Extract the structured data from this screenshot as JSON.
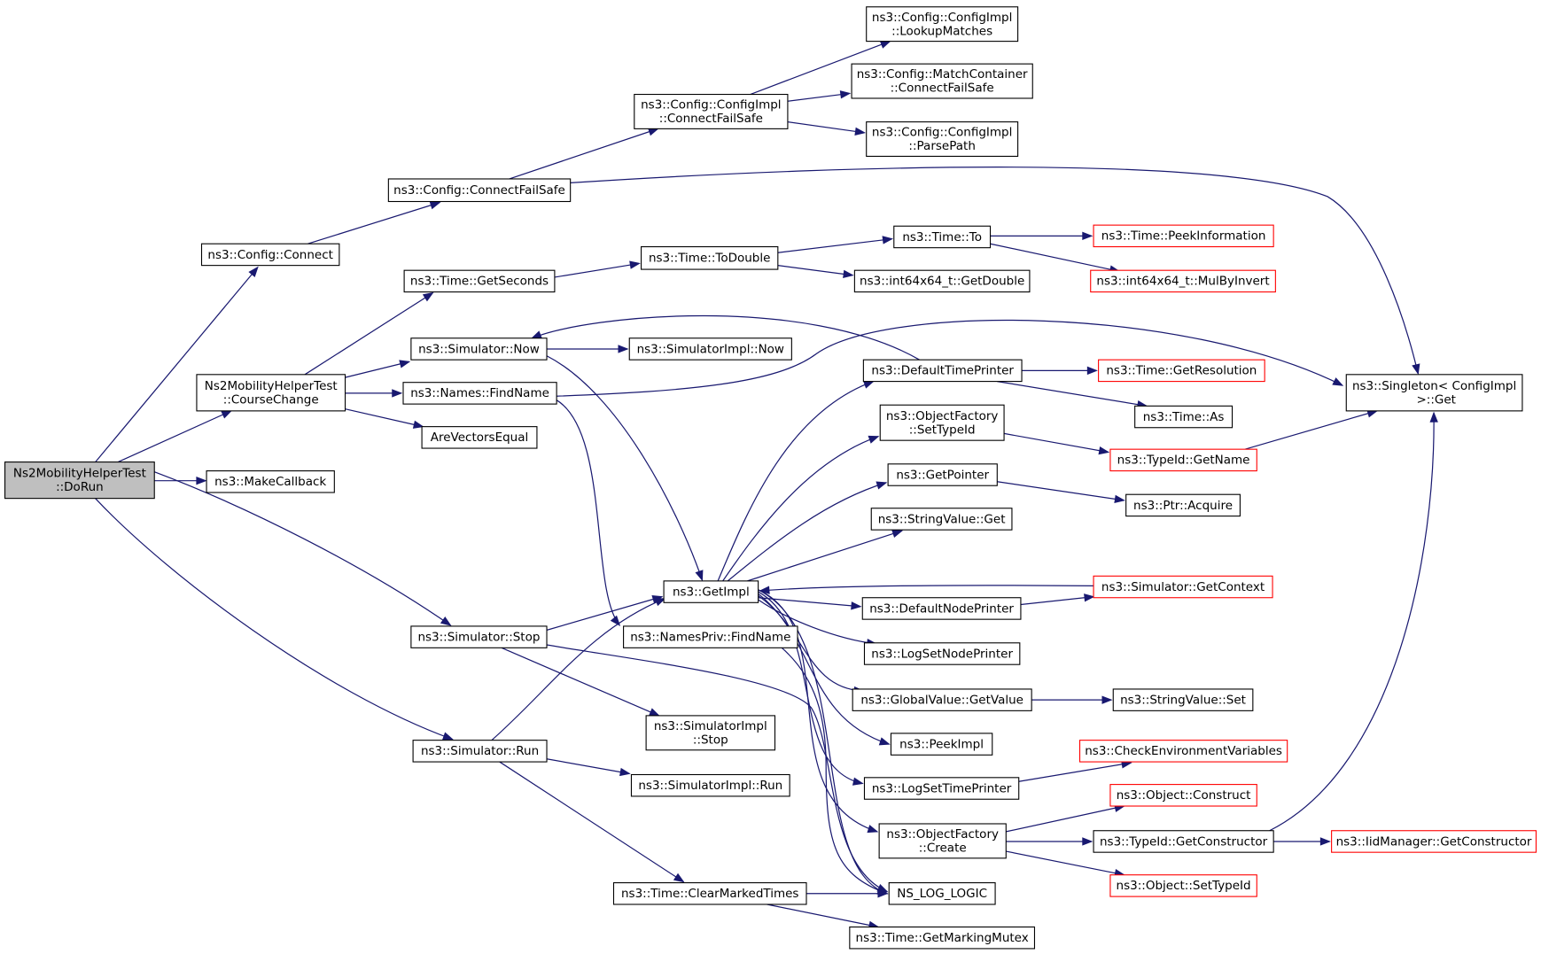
{
  "colors": {
    "edge": "#191970",
    "node_border": "#000000",
    "node_border_truncated": "#ff0000",
    "root_fill": "#bfbfbf",
    "node_fill": "#ffffff",
    "text": "#000000"
  },
  "nodes": [
    {
      "id": "doRun",
      "lines": [
        "Ns2MobilityHelperTest",
        "::DoRun"
      ],
      "root": true
    },
    {
      "id": "configConnect",
      "lines": [
        "ns3::Config::Connect"
      ]
    },
    {
      "id": "courseChange",
      "lines": [
        "Ns2MobilityHelperTest",
        "::CourseChange"
      ]
    },
    {
      "id": "makeCallback",
      "lines": [
        "ns3::MakeCallback"
      ]
    },
    {
      "id": "simStop",
      "lines": [
        "ns3::Simulator::Stop"
      ]
    },
    {
      "id": "simRun",
      "lines": [
        "ns3::Simulator::Run"
      ]
    },
    {
      "id": "configConnectFailSafe",
      "lines": [
        "ns3::Config::ConnectFailSafe"
      ]
    },
    {
      "id": "getSeconds",
      "lines": [
        "ns3::Time::GetSeconds"
      ]
    },
    {
      "id": "simNow",
      "lines": [
        "ns3::Simulator::Now"
      ]
    },
    {
      "id": "namesFindName",
      "lines": [
        "ns3::Names::FindName"
      ]
    },
    {
      "id": "areVectorsEqual",
      "lines": [
        "AreVectorsEqual"
      ]
    },
    {
      "id": "implConnectFailSafe",
      "lines": [
        "ns3::Config::ConfigImpl",
        "::ConnectFailSafe"
      ]
    },
    {
      "id": "lookupMatches",
      "lines": [
        "ns3::Config::ConfigImpl",
        "::LookupMatches"
      ]
    },
    {
      "id": "matchConnectFailSafe",
      "lines": [
        "ns3::Config::MatchContainer",
        "::ConnectFailSafe"
      ]
    },
    {
      "id": "parsePath",
      "lines": [
        "ns3::Config::ConfigImpl",
        "::ParsePath"
      ]
    },
    {
      "id": "singletonGet",
      "lines": [
        "ns3::Singleton< ConfigImpl",
        " >::Get"
      ]
    },
    {
      "id": "toDouble",
      "lines": [
        "ns3::Time::ToDouble"
      ]
    },
    {
      "id": "timeTo",
      "lines": [
        "ns3::Time::To"
      ]
    },
    {
      "id": "peekInformation",
      "lines": [
        "ns3::Time::PeekInformation"
      ],
      "truncated": true
    },
    {
      "id": "int64GetDouble",
      "lines": [
        "ns3::int64x64_t::GetDouble"
      ]
    },
    {
      "id": "mulByInvert",
      "lines": [
        "ns3::int64x64_t::MulByInvert"
      ],
      "truncated": true
    },
    {
      "id": "simImplNow",
      "lines": [
        "ns3::SimulatorImpl::Now"
      ]
    },
    {
      "id": "defaultTimePrinter",
      "lines": [
        "ns3::DefaultTimePrinter"
      ]
    },
    {
      "id": "getResolution",
      "lines": [
        "ns3::Time::GetResolution"
      ],
      "truncated": true
    },
    {
      "id": "timeAs",
      "lines": [
        "ns3::Time::As"
      ]
    },
    {
      "id": "ofSetTypeId",
      "lines": [
        "ns3::ObjectFactory",
        "::SetTypeId"
      ]
    },
    {
      "id": "typeIdGetName",
      "lines": [
        "ns3::TypeId::GetName"
      ],
      "truncated": true
    },
    {
      "id": "getPointer",
      "lines": [
        "ns3::GetPointer"
      ]
    },
    {
      "id": "ptrAcquire",
      "lines": [
        "ns3::Ptr::Acquire"
      ]
    },
    {
      "id": "stringValueGet",
      "lines": [
        "ns3::StringValue::Get"
      ]
    },
    {
      "id": "getImpl",
      "lines": [
        "ns3::GetImpl"
      ]
    },
    {
      "id": "simGetContext",
      "lines": [
        "ns3::Simulator::GetContext"
      ],
      "truncated": true
    },
    {
      "id": "defaultNodePrinter",
      "lines": [
        "ns3::DefaultNodePrinter"
      ]
    },
    {
      "id": "namesPrivFindName",
      "lines": [
        "ns3::NamesPriv::FindName"
      ]
    },
    {
      "id": "logSetNodePrinter",
      "lines": [
        "ns3::LogSetNodePrinter"
      ]
    },
    {
      "id": "globalGetValue",
      "lines": [
        "ns3::GlobalValue::GetValue"
      ]
    },
    {
      "id": "stringValueSet",
      "lines": [
        "ns3::StringValue::Set"
      ]
    },
    {
      "id": "simImplStop",
      "lines": [
        "ns3::SimulatorImpl",
        "::Stop"
      ]
    },
    {
      "id": "peekImpl",
      "lines": [
        "ns3::PeekImpl"
      ]
    },
    {
      "id": "checkEnvVars",
      "lines": [
        "ns3::CheckEnvironmentVariables"
      ],
      "truncated": true
    },
    {
      "id": "logSetTimePrinter",
      "lines": [
        "ns3::LogSetTimePrinter"
      ]
    },
    {
      "id": "simImplRun",
      "lines": [
        "ns3::SimulatorImpl::Run"
      ]
    },
    {
      "id": "objectConstruct",
      "lines": [
        "ns3::Object::Construct"
      ],
      "truncated": true
    },
    {
      "id": "ofCreate",
      "lines": [
        "ns3::ObjectFactory",
        "::Create"
      ]
    },
    {
      "id": "typeIdGetConstructor",
      "lines": [
        "ns3::TypeId::GetConstructor"
      ]
    },
    {
      "id": "iidGetConstructor",
      "lines": [
        "ns3::IidManager::GetConstructor"
      ],
      "truncated": true
    },
    {
      "id": "objectSetTypeId",
      "lines": [
        "ns3::Object::SetTypeId"
      ],
      "truncated": true
    },
    {
      "id": "clearMarkedTimes",
      "lines": [
        "ns3::Time::ClearMarkedTimes"
      ]
    },
    {
      "id": "nsLogLogic",
      "lines": [
        "NS_LOG_LOGIC"
      ]
    },
    {
      "id": "getMarkingMutex",
      "lines": [
        "ns3::Time::GetMarkingMutex"
      ]
    }
  ],
  "edges": [
    [
      "doRun",
      "configConnect"
    ],
    [
      "doRun",
      "courseChange"
    ],
    [
      "doRun",
      "makeCallback"
    ],
    [
      "doRun",
      "simStop"
    ],
    [
      "doRun",
      "simRun"
    ],
    [
      "configConnect",
      "configConnectFailSafe"
    ],
    [
      "configConnectFailSafe",
      "implConnectFailSafe"
    ],
    [
      "configConnectFailSafe",
      "singletonGet"
    ],
    [
      "implConnectFailSafe",
      "lookupMatches"
    ],
    [
      "implConnectFailSafe",
      "matchConnectFailSafe"
    ],
    [
      "implConnectFailSafe",
      "parsePath"
    ],
    [
      "courseChange",
      "getSeconds"
    ],
    [
      "courseChange",
      "simNow"
    ],
    [
      "courseChange",
      "namesFindName"
    ],
    [
      "courseChange",
      "areVectorsEqual"
    ],
    [
      "getSeconds",
      "toDouble"
    ],
    [
      "toDouble",
      "timeTo"
    ],
    [
      "toDouble",
      "int64GetDouble"
    ],
    [
      "timeTo",
      "peekInformation"
    ],
    [
      "timeTo",
      "mulByInvert"
    ],
    [
      "simNow",
      "simImplNow"
    ],
    [
      "simNow",
      "getImpl"
    ],
    [
      "namesFindName",
      "singletonGet"
    ],
    [
      "namesFindName",
      "namesPrivFindName"
    ],
    [
      "defaultTimePrinter",
      "simNow"
    ],
    [
      "defaultTimePrinter",
      "getResolution"
    ],
    [
      "defaultTimePrinter",
      "timeAs"
    ],
    [
      "ofSetTypeId",
      "typeIdGetName"
    ],
    [
      "typeIdGetName",
      "singletonGet"
    ],
    [
      "getPointer",
      "ptrAcquire"
    ],
    [
      "getImpl",
      "defaultTimePrinter"
    ],
    [
      "getImpl",
      "ofSetTypeId"
    ],
    [
      "getImpl",
      "getPointer"
    ],
    [
      "getImpl",
      "stringValueGet"
    ],
    [
      "getImpl",
      "defaultNodePrinter"
    ],
    [
      "getImpl",
      "logSetNodePrinter"
    ],
    [
      "getImpl",
      "globalGetValue"
    ],
    [
      "getImpl",
      "peekImpl"
    ],
    [
      "getImpl",
      "logSetTimePrinter"
    ],
    [
      "getImpl",
      "ofCreate"
    ],
    [
      "getImpl",
      "nsLogLogic"
    ],
    [
      "simGetContext",
      "getImpl"
    ],
    [
      "defaultNodePrinter",
      "simGetContext"
    ],
    [
      "globalGetValue",
      "stringValueSet"
    ],
    [
      "logSetTimePrinter",
      "checkEnvVars"
    ],
    [
      "ofCreate",
      "objectConstruct"
    ],
    [
      "ofCreate",
      "typeIdGetConstructor"
    ],
    [
      "ofCreate",
      "objectSetTypeId"
    ],
    [
      "typeIdGetConstructor",
      "iidGetConstructor"
    ],
    [
      "typeIdGetConstructor",
      "singletonGet"
    ],
    [
      "simStop",
      "getImpl"
    ],
    [
      "simStop",
      "simImplStop"
    ],
    [
      "simStop",
      "nsLogLogic"
    ],
    [
      "simRun",
      "getImpl"
    ],
    [
      "simRun",
      "simImplRun"
    ],
    [
      "simRun",
      "clearMarkedTimes"
    ],
    [
      "namesPrivFindName",
      "nsLogLogic"
    ],
    [
      "clearMarkedTimes",
      "nsLogLogic"
    ],
    [
      "clearMarkedTimes",
      "getMarkingMutex"
    ]
  ]
}
